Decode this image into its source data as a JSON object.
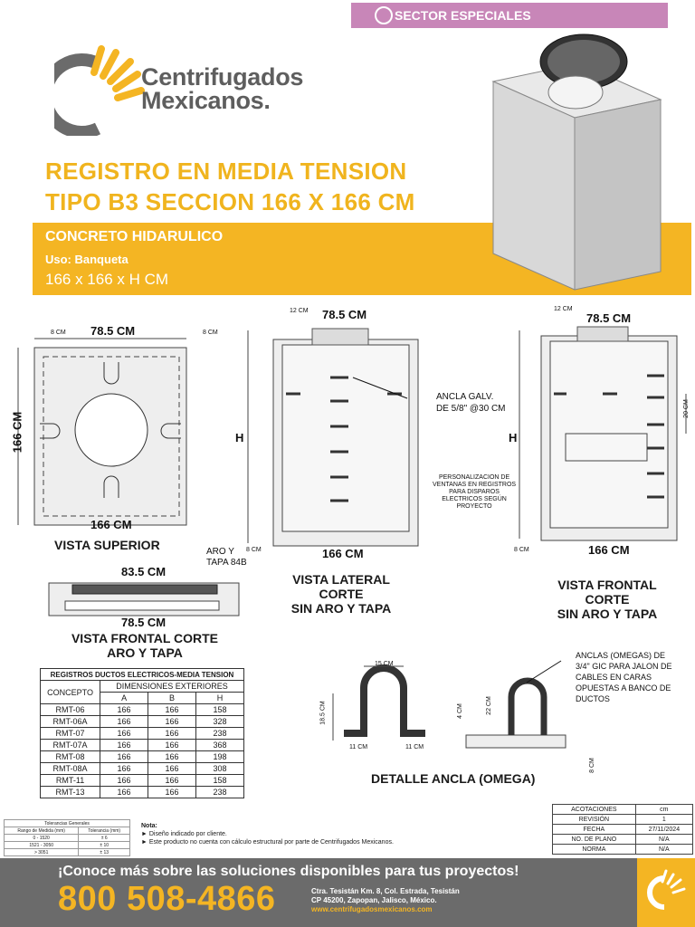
{
  "header": {
    "sector": "SECTOR ESPECIALES",
    "brand_line1": "Centrifugados",
    "brand_line2": "Mexicanos."
  },
  "product": {
    "title_line1": "REGISTRO EN MEDIA TENSION",
    "title_line2": "TIPO B3 SECCION 166 X 166 CM",
    "material": "CONCRETO HIDARULICO",
    "uso": "Uso: Banqueta",
    "medida": "166 x 166 x H CM"
  },
  "views": {
    "superior": {
      "dim_top": "78.5 CM",
      "dim_left_margin": "8 CM",
      "dim_right_margin": "8 CM",
      "dim_side": "166 CM",
      "dim_bottom": "166 CM",
      "caption": "VISTA SUPERIOR",
      "callout": "ARO Y TAPA 84B"
    },
    "frontal_aro": {
      "dim_top": "83.5 CM",
      "dim_bottom": "78.5 CM",
      "caption_line1": "VISTA FRONTAL CORTE",
      "caption_line2": "ARO Y TAPA"
    },
    "lateral": {
      "dim_top": "78.5 CM",
      "dim_top_margin": "12 CM",
      "dim_height": "H",
      "dim_bottom": "166 CM",
      "dim_bottom_margin": "8 CM",
      "callout_line1": "ANCLA GALV.",
      "callout_line2": "DE 5/8\" @30 CM",
      "caption_line1": "VISTA LATERAL",
      "caption_line2": "CORTE",
      "caption_line3": "SIN ARO Y TAPA"
    },
    "frontal": {
      "dim_top": "78.5 CM",
      "dim_top_margin": "12 CM",
      "dim_height": "H",
      "dim_window": "20 CM",
      "dim_bottom": "166 CM",
      "dim_bottom_margin": "8 CM",
      "callout": [
        "PERSONALIZACION DE",
        "VENTANAS EN REGISTROS",
        "PARA DISPAROS",
        "ELECTRICOS SEGÚN",
        "PROYECTO"
      ],
      "caption_line1": "VISTA FRONTAL",
      "caption_line2": "CORTE",
      "caption_line3": "SIN ARO Y TAPA"
    },
    "ancla": {
      "dim_width": "15 CM",
      "dim_height": "18.5 CM",
      "dim_leg_left": "11 CM",
      "dim_leg_right": "11 CM",
      "dim_22": "22 CM",
      "dim_4": "4 CM",
      "dim_8": "8 CM",
      "callout": [
        "ANCLAS (OMEGAS) DE",
        "3/4\" GIC PARA JALON DE",
        "CABLES EN CARAS",
        "OPUESTAS A BANCO DE",
        "DUCTOS"
      ],
      "caption": "DETALLE ANCLA (OMEGA)"
    }
  },
  "registros_table": {
    "title": "REGISTROS DUCTOS ELECTRICOS-MEDIA TENSION",
    "col_concepto": "CONCEPTO",
    "col_group": "DIMENSIONES EXTERIORES",
    "cols": [
      "A",
      "B",
      "H"
    ],
    "rows": [
      [
        "RMT-06",
        "166",
        "166",
        "158"
      ],
      [
        "RMT-06A",
        "166",
        "166",
        "328"
      ],
      [
        "RMT-07",
        "166",
        "166",
        "238"
      ],
      [
        "RMT-07A",
        "166",
        "166",
        "368"
      ],
      [
        "RMT-08",
        "166",
        "166",
        "198"
      ],
      [
        "RMT-08A",
        "166",
        "166",
        "308"
      ],
      [
        "RMT-11",
        "166",
        "166",
        "158"
      ],
      [
        "RMT-13",
        "166",
        "166",
        "238"
      ]
    ]
  },
  "tolerancias": {
    "title": "Tolerancias Generales",
    "col1": "Rango de Medida (mm)",
    "col2": "Tolerancia (mm)",
    "rows": [
      [
        "0 - 1520",
        "± 6"
      ],
      [
        "1521 - 3050",
        "± 10"
      ],
      [
        "> 3051",
        "± 13"
      ]
    ]
  },
  "notas": {
    "title": "Nota:",
    "lines": [
      "► Diseño indicado por cliente.",
      "► Este producto no cuenta con cálculo estructural por parte de Centrifugados Mexicanos."
    ]
  },
  "revision_table": {
    "rows": [
      [
        "ACOTACIONES",
        "cm"
      ],
      [
        "REVISIÓN",
        "1"
      ],
      [
        "FECHA",
        "27/11/2024"
      ],
      [
        "NO. DE PLANO",
        "N/A"
      ],
      [
        "NORMA",
        "N/A"
      ]
    ]
  },
  "footer": {
    "cta": "¡Conoce más sobre las soluciones disponibles para tus proyectos!",
    "phone": "800 508-4866",
    "address_line1": "Ctra. Tesistán Km. 8, Col. Estrada, Tesistán",
    "address_line2": "CP 45200, Zapopan, Jalisco, México.",
    "web": "www.centrifugadosmexicanos.com"
  },
  "colors": {
    "accent_yellow": "#f4b523",
    "sector_purple": "#c886b8",
    "footer_gray": "#6b6b6b"
  }
}
